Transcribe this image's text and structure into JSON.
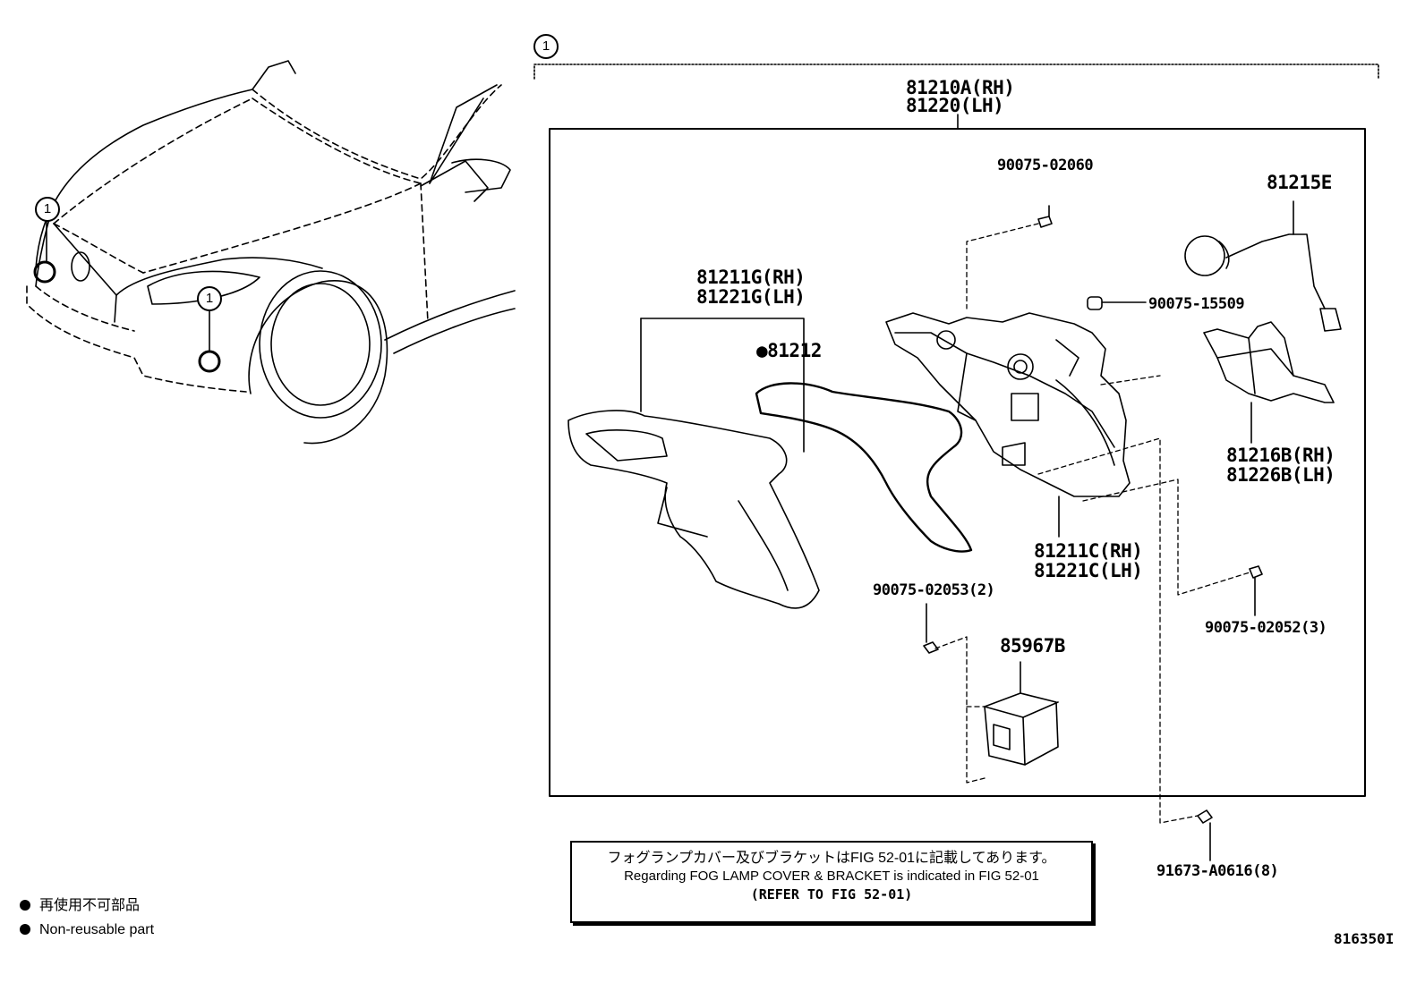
{
  "callout_marker": "1",
  "labels": {
    "assembly_rh": "81210A(RH)",
    "assembly_lh": "81220(LH)",
    "screw_02060": "90075-02060",
    "bulb": "81215E",
    "cover_rh": "81211G(RH)",
    "cover_lh": "81221G(LH)",
    "gasket": "●81212",
    "plug_15509": "90075-15509",
    "bracket_rh": "81216B(RH)",
    "bracket_lh": "81226B(LH)",
    "housing_rh": "81211C(RH)",
    "housing_lh": "81221C(LH)",
    "screw_02053": "90075-02053(2)",
    "screw_02052": "90075-02052(3)",
    "module": "85967B",
    "bolt_a0616": "91673-A0616(8)"
  },
  "note": {
    "jp": "フォグランプカバー及びブラケットはFIG 52-01に記載してあります。",
    "en": "Regarding FOG LAMP COVER & BRACKET is indicated in FIG 52-01",
    "ref": "(REFER TO FIG 52-01)"
  },
  "legend": {
    "jp": "再使用不可部品",
    "en": "Non-reusable part"
  },
  "figure_code": "816350I"
}
